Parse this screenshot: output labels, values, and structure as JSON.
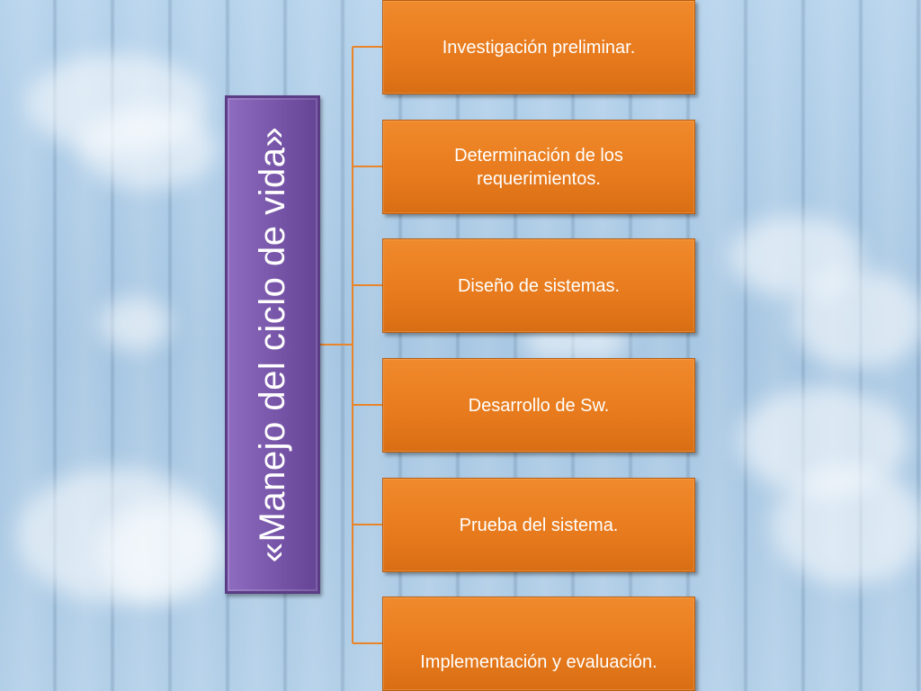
{
  "diagram": {
    "root": {
      "label": "«Manejo del ciclo de vida»",
      "color": "#7755a8"
    },
    "steps": [
      {
        "label": "Investigación preliminar."
      },
      {
        "label": "Determinación de los requerimientos."
      },
      {
        "label": "Diseño de sistemas."
      },
      {
        "label": "Desarrollo de Sw."
      },
      {
        "label": "Prueba del sistema."
      },
      {
        "label": "Implementación y evaluación."
      }
    ],
    "step_color": "#e77a1c",
    "connector_color": "#e8842a",
    "background": {
      "style": "blue wooden planks with clouds",
      "color": "#a9c9e4"
    }
  }
}
